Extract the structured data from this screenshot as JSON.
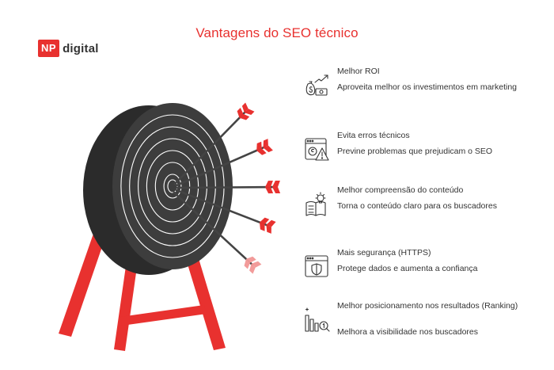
{
  "title": "Vantagens do SEO técnico",
  "logo": {
    "box_text": "NP",
    "text": "digital"
  },
  "colors": {
    "accent": "#e8312f",
    "target": "#3d3d3d",
    "ring_line": "#ffffff",
    "arrow_shaft": "#444444"
  },
  "items": [
    {
      "title": "Melhor ROI",
      "desc": "Aproveita melhor os investimentos em marketing",
      "icon": "money-growth-icon"
    },
    {
      "title": "Evita erros técnicos",
      "desc": "Previne problemas que prejudicam o SEO",
      "icon": "browser-warning-icon"
    },
    {
      "title": "Melhor compreensão do conteúdo",
      "desc": "Torna o conteúdo claro para os buscadores",
      "icon": "book-lightbulb-icon"
    },
    {
      "title": "Mais segurança (HTTPS)",
      "desc": "Protege dados e aumenta a confiança",
      "icon": "browser-shield-icon"
    },
    {
      "title": "Melhor posicionamento nos resultados (Ranking)",
      "desc": "Melhora a visibilidade nos buscadores",
      "icon": "ranking-chart-icon"
    }
  ]
}
